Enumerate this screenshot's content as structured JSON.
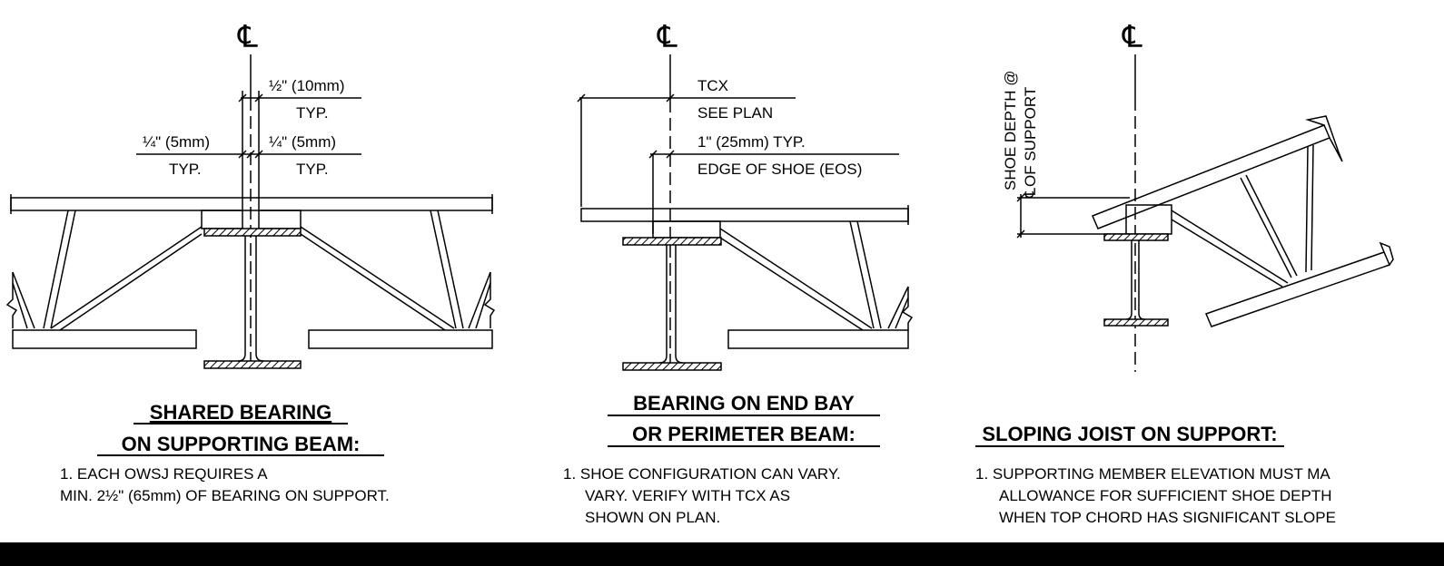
{
  "centerline_symbol": "℄",
  "detail_shared": {
    "dim_top_right": "½\" (10mm)",
    "dim_top_right_sub": "TYP.",
    "dim_left": "¼\" (5mm)",
    "dim_left_sub": "TYP.",
    "dim_right": "¼\" (5mm)",
    "dim_right_sub": "TYP.",
    "title_line1": "SHARED BEARING",
    "title_line2": "ON SUPPORTING BEAM:",
    "note_line1": "1.  EACH OWSJ REQUIRES A",
    "note_line2": "MIN. 2½\" (65mm) OF BEARING ON SUPPORT."
  },
  "detail_end_bay": {
    "tcx_label": "TCX",
    "tcx_sub": "SEE PLAN",
    "eos_label": "1\" (25mm) TYP.",
    "eos_sub": "EDGE OF SHOE (EOS)",
    "title_line1": "BEARING ON END BAY",
    "title_line2": "OR PERIMETER BEAM:",
    "note_line1": "1.  SHOE CONFIGURATION CAN VARY.",
    "note_line2": "VARY.  VERIFY WITH TCX AS",
    "note_line3": "SHOWN ON PLAN."
  },
  "detail_sloping": {
    "vert_label_line1": "SHOE DEPTH @",
    "vert_label_line2": "OF SUPPORT",
    "title": "SLOPING JOIST ON SUPPORT:",
    "note_line1": "1.  SUPPORTING MEMBER ELEVATION MUST MA",
    "note_line2": "ALLOWANCE FOR SUFFICIENT SHOE DEPTH",
    "note_line3": "WHEN TOP CHORD HAS SIGNIFICANT SLOPE"
  },
  "colors": {
    "ink": "#000000",
    "paper": "#ffffff"
  }
}
